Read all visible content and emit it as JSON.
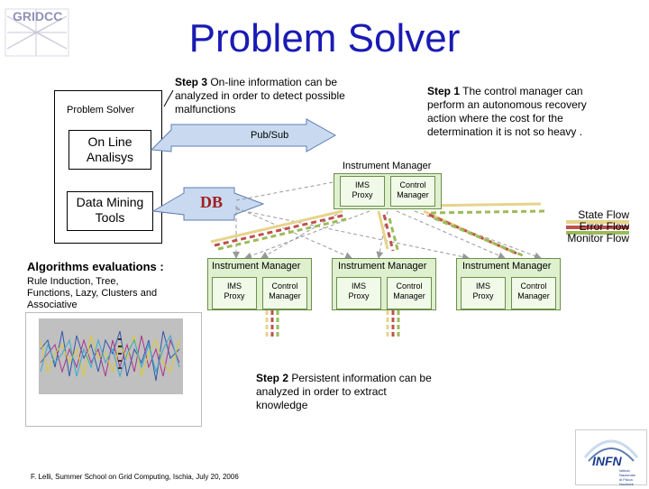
{
  "logo": {
    "text": "GRIDCC"
  },
  "title": "Problem Solver",
  "left_panel": {
    "problem_solver": "Problem Solver",
    "online_analisys": [
      "On Line",
      "Analisys"
    ],
    "data_mining": [
      "Data Mining",
      "Tools"
    ]
  },
  "steps": {
    "step3": {
      "label": "Step 3",
      "lines": [
        " On-line information can be",
        "analyzed in order to detect possible",
        "malfunctions"
      ]
    },
    "step1": {
      "label": "Step 1",
      "lines": [
        " The control manager can",
        "perform an autonomous recovery",
        "action where the cost for the",
        "determination it is not so heavy ."
      ]
    },
    "step2": {
      "label": "Step 2",
      "lines": [
        " Persistent information can be",
        "analyzed in order to extract",
        "knowledge"
      ]
    }
  },
  "pubsub": "Pub/Sub",
  "db": "DB",
  "instrument_managers": [
    {
      "label": "Instrument Manager",
      "ims": [
        "IMS",
        "Proxy"
      ],
      "control": [
        "Control",
        "Manager"
      ]
    },
    {
      "label": "Instrument Manager",
      "ims": [
        "IMS",
        "Proxy"
      ],
      "control": [
        "Control",
        "Manager"
      ]
    },
    {
      "label": "Instrument Manager",
      "ims": [
        "IMS",
        "Proxy"
      ],
      "control": [
        "Control",
        "Manager"
      ]
    },
    {
      "label": "Instrument Manager",
      "ims": [
        "IMS",
        "Proxy"
      ],
      "control": [
        "Control",
        "Manager"
      ]
    }
  ],
  "legend": {
    "state": "State Flow",
    "error": "Error Flow",
    "monitor": "Monitor Flow",
    "colors": {
      "state": "#e7d38c",
      "error": "#c0504d",
      "monitor": "#9bbb59"
    }
  },
  "algorithms": {
    "heading": "Algorithms evaluations :",
    "lines": [
      "Rule Induction, Tree,",
      "Functions, Lazy, Clusters and",
      "Associative"
    ]
  },
  "footer": "F. Lelli, Summer School on Grid Computing, Ischia, July 20, 2006",
  "infn": {
    "name": "INFN",
    "sub": [
      "Istituto Nazionale",
      "di Fisica Nucleare"
    ]
  }
}
